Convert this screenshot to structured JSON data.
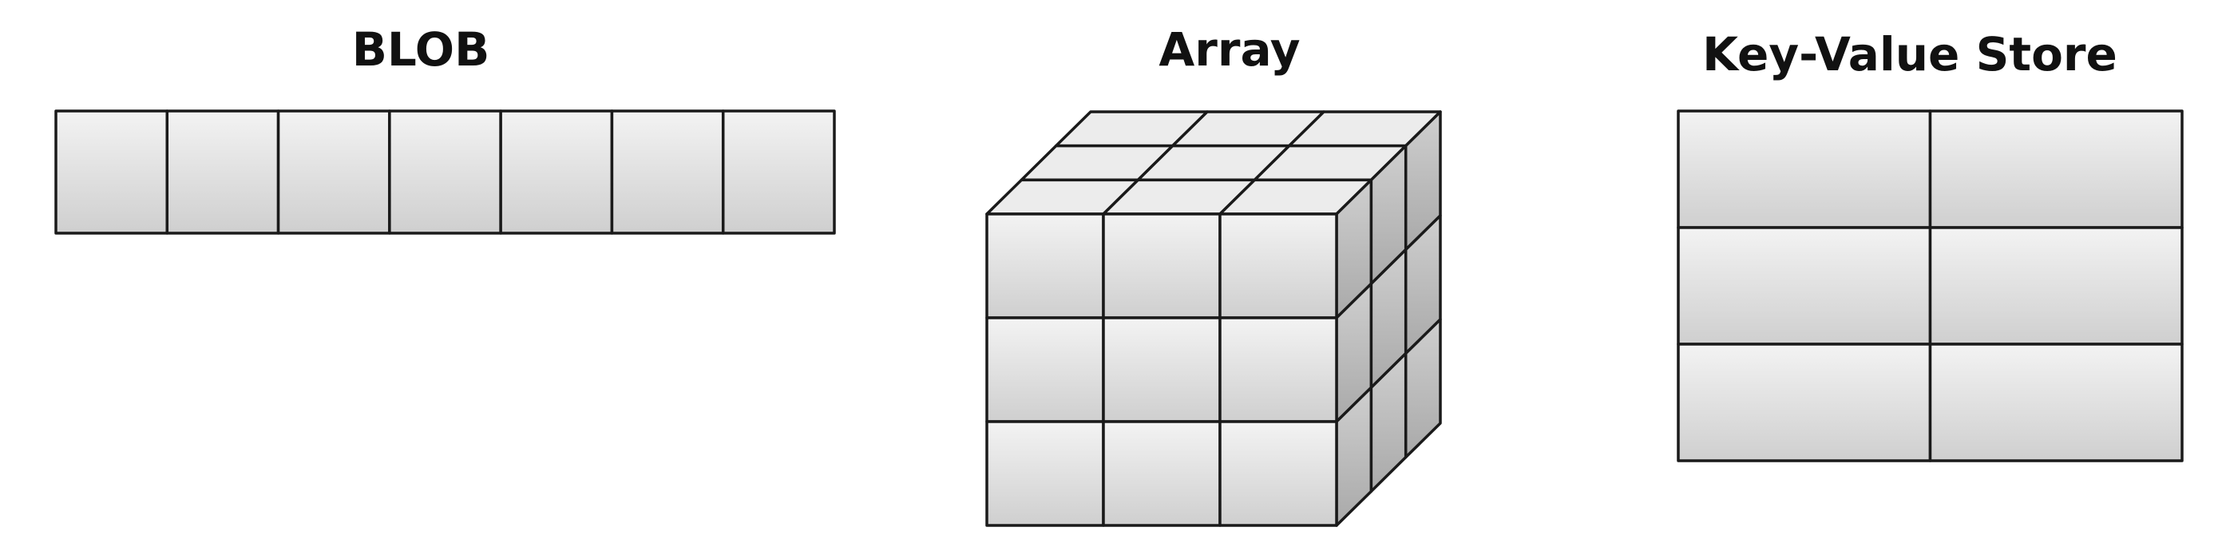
{
  "titles": {
    "blob": "BLOB",
    "array": "Array",
    "kv": "Key-Value Store"
  },
  "structures": {
    "blob": {
      "cells": 7
    },
    "array": {
      "rows": 3,
      "cols": 3,
      "depth": 3
    },
    "kv": {
      "rows": 3,
      "cols": 2
    }
  },
  "colors": {
    "cell_light": "#f3f3f3",
    "cell_dark": "#cfcfcf",
    "top_face": "#ececec",
    "side_light": "#cfcfcf",
    "side_dark": "#a9a9a9",
    "stroke": "#1a1a1a"
  }
}
